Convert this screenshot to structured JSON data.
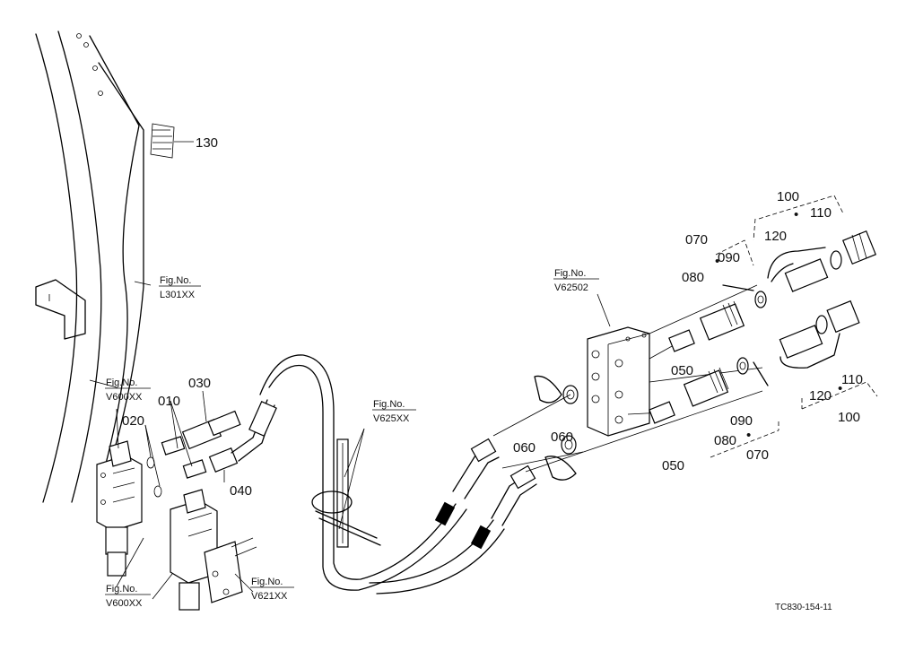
{
  "parts": {
    "p130": "130",
    "p100_top": "100",
    "p110_top": "110",
    "p120_top": "120",
    "p070_top": "070",
    "p080_top": "080",
    "p090_top": "090",
    "p050_top": "050",
    "p060_top": "060",
    "p030": "030",
    "p010": "010",
    "p020": "020",
    "p040": "040",
    "p060_bot": "060",
    "p050_bot": "050",
    "p080_bot": "080",
    "p090_bot": "090",
    "p070_bot": "070",
    "p120_bot": "120",
    "p110_bot": "110",
    "p100_bot": "100",
    "dot": "•"
  },
  "figrefs": {
    "fig_label": "Fig.No.",
    "l301": "L301XX",
    "v600_top": "V600XX",
    "v625": "V625XX",
    "v62502": "V62502",
    "v600_bot": "V600XX",
    "v621": "V621XX"
  },
  "drawing_code": "TC830-154-11"
}
